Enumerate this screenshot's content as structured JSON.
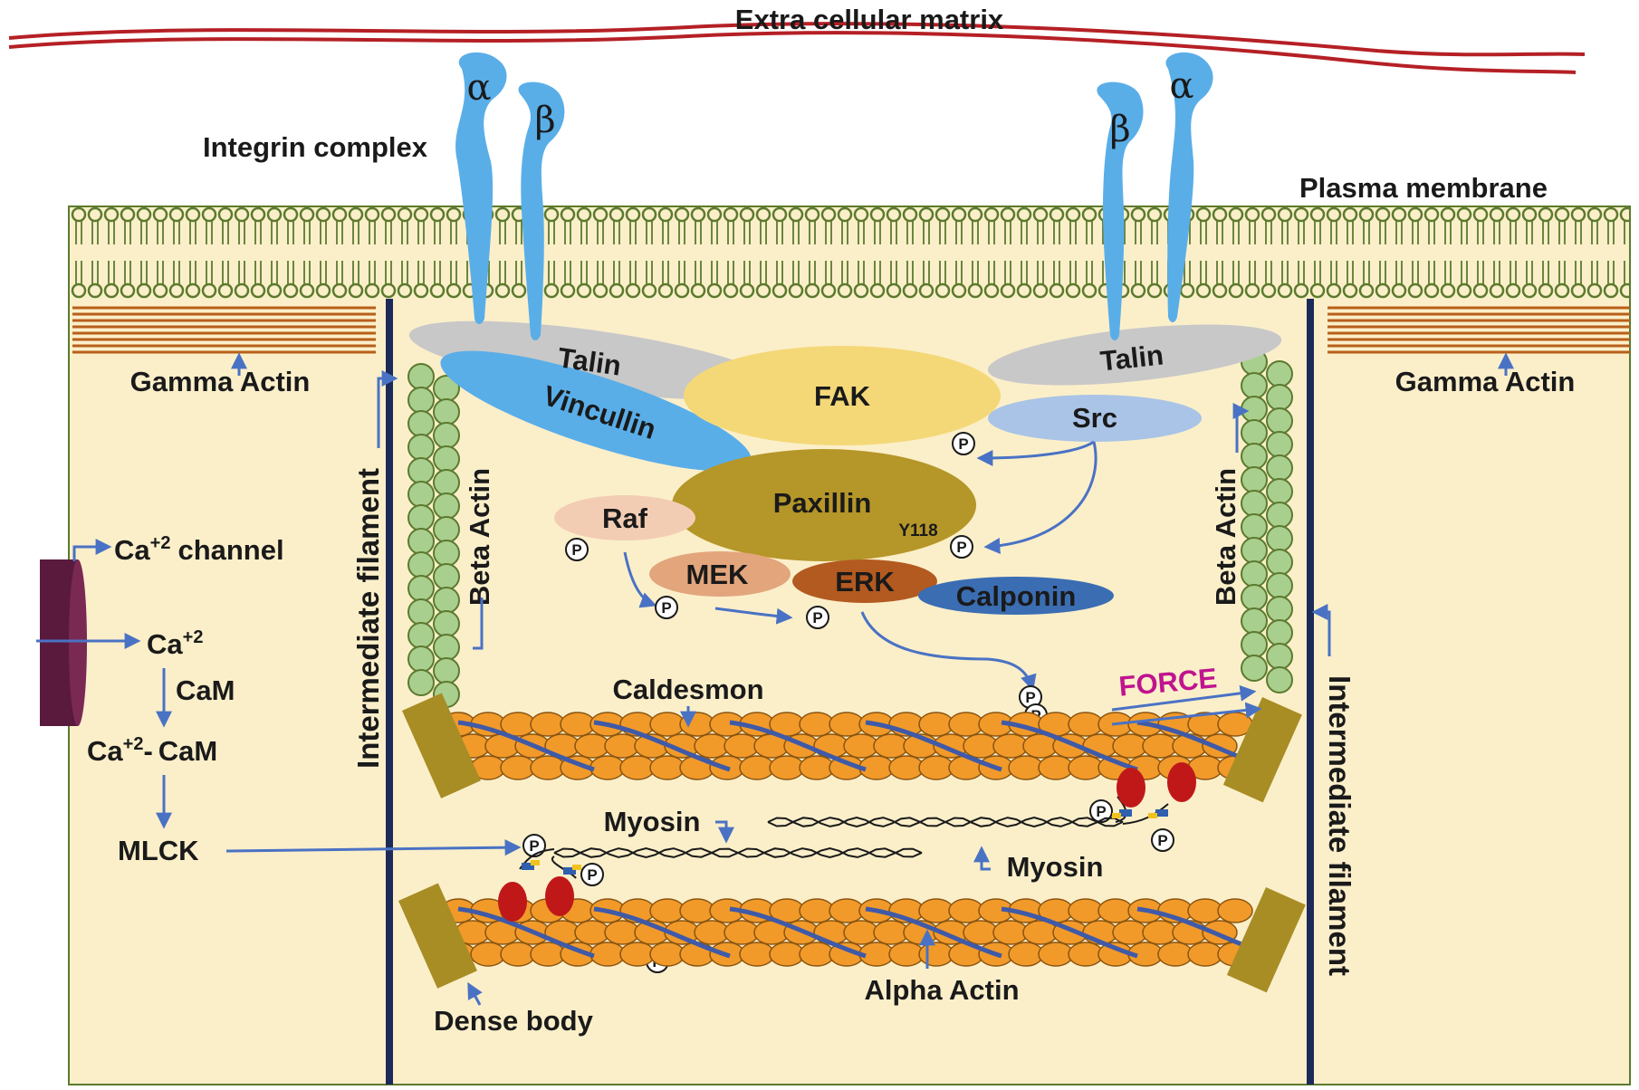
{
  "labels": {
    "ecm": "Extra cellular matrix",
    "integrin": "Integrin complex",
    "alpha": "α",
    "beta": "β",
    "plasma_membrane": "Plasma membrane",
    "gamma_actin": "Gamma Actin",
    "talin": "Talin",
    "vincullin": "Vincullin",
    "fak": "FAK",
    "src": "Src",
    "paxillin": "Paxillin",
    "y118": "Y118",
    "raf": "Raf",
    "mek": "MEK",
    "erk": "ERK",
    "calponin": "Calponin",
    "beta_actin": "Beta Actin",
    "intermediate_filament": "Intermediate filament",
    "ca_channel": "channel",
    "ca": "Ca",
    "ca_sup": "+2",
    "cam": "CaM",
    "mlck": "MLCK",
    "caldesmon": "Caldesmon",
    "force": "FORCE",
    "myosin": "Myosin",
    "alpha_actin": "Alpha Actin",
    "dense_body": "Dense body",
    "phospho": "P"
  },
  "colors": {
    "ecm_line": "#b52025",
    "cell_fill": "#fbefca",
    "border_green": "#5c7a2e",
    "integrin_blue": "#5aaee8",
    "talin_gray": "#c8c8c8",
    "fak_yellow": "#f4d878",
    "src_blue": "#a9c4e6",
    "paxillin_olive": "#b59628",
    "raf_peach": "#f3cdb3",
    "mek_tan": "#e3a57c",
    "erk_brown": "#b35a20",
    "calponin_blue": "#3b6db3",
    "actin_green": "#a9cf8f",
    "filament_navy": "#1c2a5a",
    "arrow_blue": "#4a72c4",
    "dense_body": "#a88d25",
    "actin_orange": "#f19a2a",
    "myosin_head": "#c01818",
    "channel_purple": "#5a1a3e",
    "force_magenta": "#c0138f",
    "gamma_brown": "#b85f1a"
  }
}
